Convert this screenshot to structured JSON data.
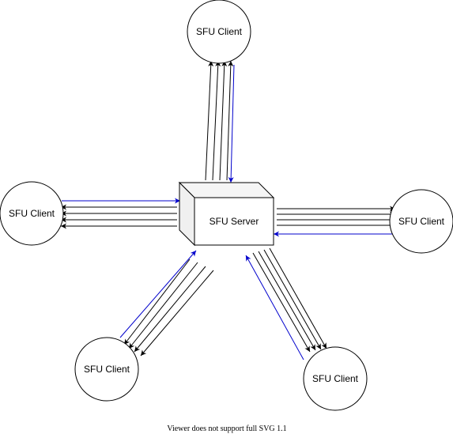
{
  "diagram": {
    "server": {
      "label": "SFU Server"
    },
    "clients": [
      {
        "id": "top",
        "label": "SFU Client"
      },
      {
        "id": "left",
        "label": "SFU Client"
      },
      {
        "id": "right",
        "label": "SFU Client"
      },
      {
        "id": "bottom-left",
        "label": "SFU Client"
      },
      {
        "id": "bottom-right",
        "label": "SFU Client"
      }
    ],
    "colors": {
      "outbound": "#000000",
      "inbound": "#0000cc"
    },
    "footer": "Viewer does not support full SVG 1.1"
  }
}
